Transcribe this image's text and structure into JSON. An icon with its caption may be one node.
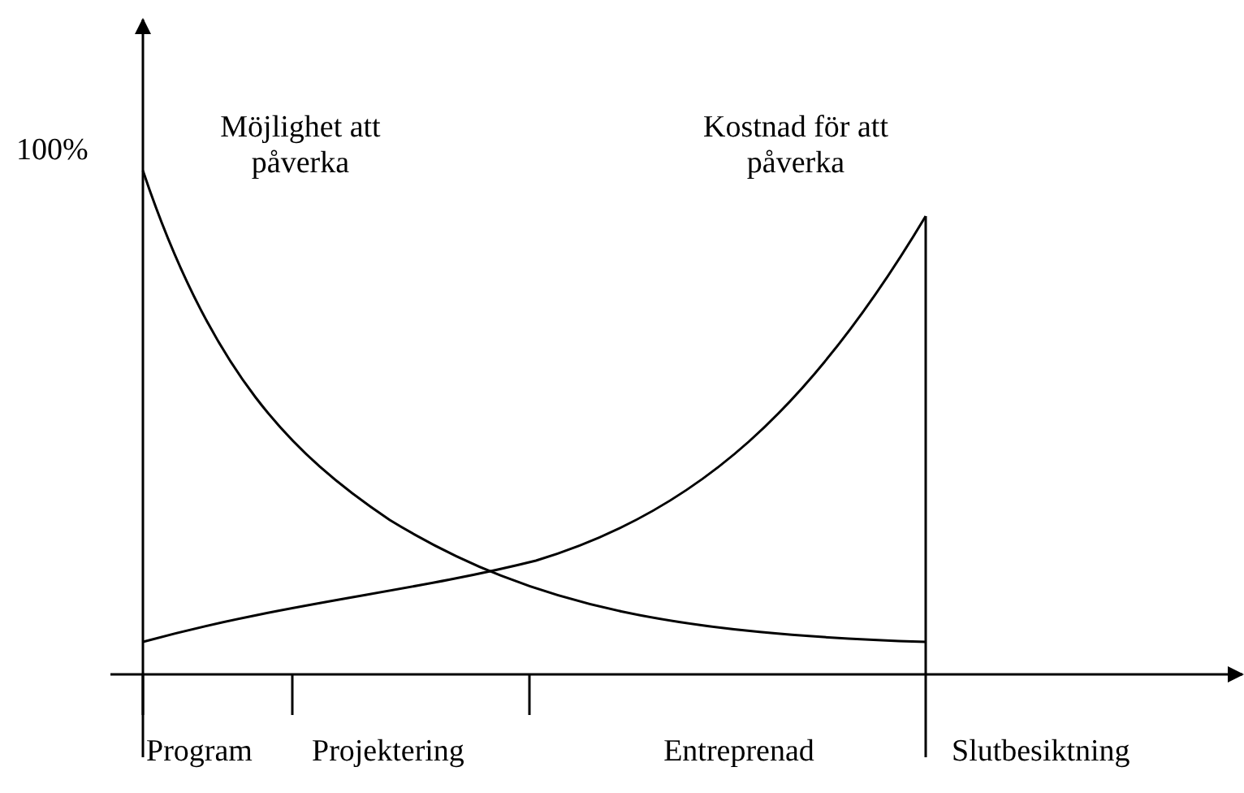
{
  "diagram": {
    "labels": [
      "100%",
      "Möjlighet att påverka",
      "Kostnad för att påverka",
      "Program",
      "Projektering",
      "Entreprenad",
      "Slutbesiktning"
    ]
  }
}
